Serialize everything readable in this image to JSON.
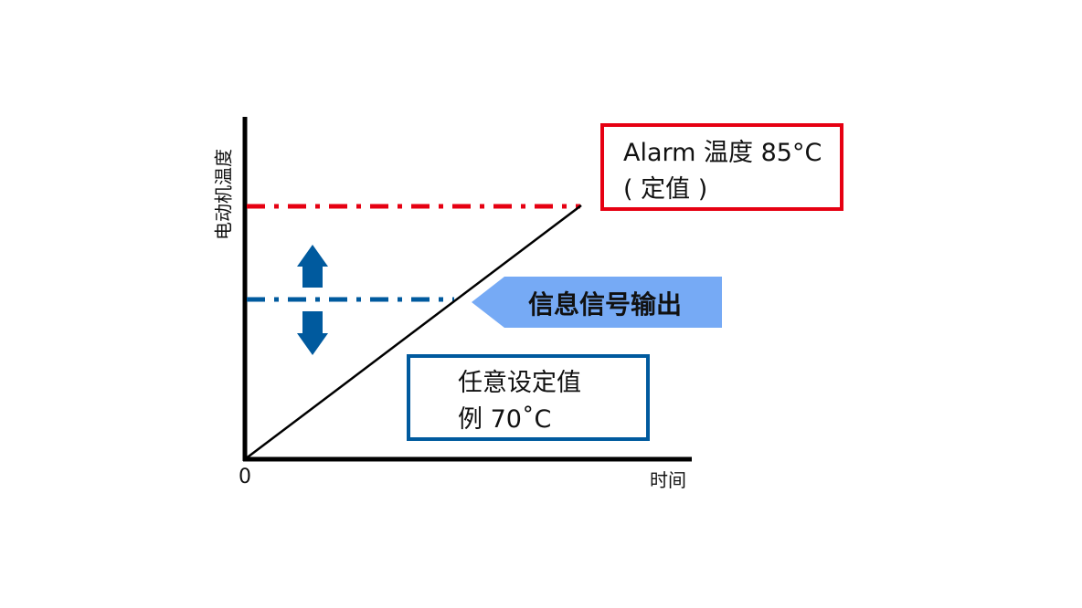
{
  "axes": {
    "y_label": "电动机温度",
    "x_label": "时间",
    "origin_label": "0"
  },
  "alarm_box": {
    "line1": "Alarm 温度 85°C",
    "line2": "( 定值 )"
  },
  "signal_callout": {
    "label": "信息信号输出"
  },
  "setpoint_box": {
    "line1": "任意设定值",
    "line2": "例 70˚C"
  },
  "colors": {
    "alarm": "#e60012",
    "setpoint": "#005a9e",
    "callout": "#76aaf5",
    "axis": "#000000"
  },
  "icons": [
    "arrow-up-icon",
    "arrow-down-icon"
  ]
}
